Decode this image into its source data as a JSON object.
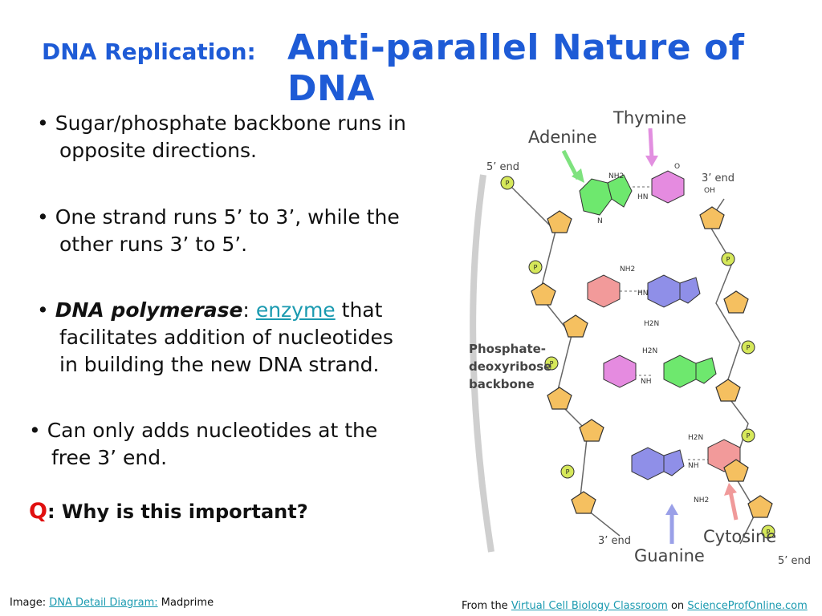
{
  "title": {
    "prefix": "DNA Replication:",
    "main": "Anti-parallel Nature of DNA"
  },
  "bullets": [
    {
      "marker": "•",
      "line1": "Sugar/phosphate backbone runs in",
      "line2": "opposite directions."
    },
    {
      "marker": "•",
      "line1": "One strand runs 5’ to 3’, while the",
      "line2": "other runs 3’ to 5’."
    },
    {
      "marker": "•",
      "term": "DNA polymerase",
      "sep": ":",
      "link": "enzyme",
      "after": "that",
      "line2": "facilitates addition of nucleotides",
      "line3": "in building the new DNA strand."
    },
    {
      "marker": "•",
      "line1": "Can only adds nucleotides at the",
      "line2": "free 3’ end."
    }
  ],
  "question": {
    "letter": "Q",
    "text": ": Why is this important?"
  },
  "footer": {
    "image_label": "Image:",
    "image_link": "DNA Detail Diagram:",
    "image_author": "Madprime",
    "from_label": "From the",
    "from_link": "Virtual Cell Biology Classroom",
    "on_label": "on",
    "site_link": "ScienceProfOnline.com"
  },
  "diagram": {
    "labels": {
      "adenine": "Adenine",
      "thymine": "Thymine",
      "cytosine": "Cytosine",
      "guanine": "Guanine",
      "five_end_top": "5’ end",
      "three_end_top": "3’ end",
      "three_end_bottom": "3’ end",
      "five_end_bottom": "5’ end",
      "backbone1": "Phosphate-",
      "backbone2": "deoxyribose",
      "backbone3": "backbone",
      "nh2": "NH2",
      "hn": "HN",
      "nh": "NH",
      "h2n": "H2N",
      "o": "O",
      "oh": "OH",
      "n": "N",
      "p": "P"
    },
    "colors": {
      "adenine": "#6ee86e",
      "thymine": "#e58be0",
      "cytosine": "#f29a9a",
      "guanine": "#8f8fe8",
      "sugar": "#f5c060",
      "phosphate": "#d6e85a",
      "label_text": "#444444",
      "arrow_adenine": "#7ee27e",
      "arrow_thymine": "#e28fe0",
      "arrow_cytosine": "#f09a9a",
      "arrow_guanine": "#9aa0e8"
    }
  }
}
